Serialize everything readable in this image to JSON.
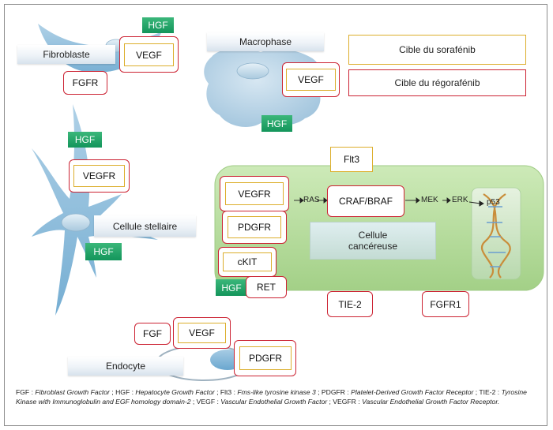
{
  "legend": {
    "sorafenib_target": "Cible du sorafénib",
    "regorafenib_target": "Cible du régorafénib"
  },
  "cells": {
    "fibroblast": "Fibroblaste",
    "macrophage": "Macrophase",
    "stellate": "Cellule stellaire",
    "cancer_line1": "Cellule",
    "cancer_line2": "cancéreuse",
    "endocyte": "Endocyte"
  },
  "factors": {
    "hgf": "HGF",
    "vegf": "VEGF",
    "fgfr": "FGFR",
    "vegfr": "VEGFR",
    "flt3": "Flt3",
    "pdgfr": "PDGFR",
    "ckit": "cKIT",
    "ret": "RET",
    "tie2": "TIE-2",
    "fgfr1": "FGFR1",
    "fgf": "FGF",
    "craf_braf": "CRAF/BRAF"
  },
  "pathway": {
    "ras": "RAS",
    "mek": "MEK",
    "erk": "ERK",
    "p53": "p53"
  },
  "footnote": {
    "fgf_abbr": "FGF",
    "fgf_full": "Fibroblast Growth Factor",
    "hgf_abbr": "HGF",
    "hgf_full": "Hepatocyte Growth Factor",
    "flt3_abbr": "Flt3",
    "flt3_full": "Fms-like tyrosine kinase 3",
    "pdgfr_abbr": "PDGFR",
    "pdgfr_full": "Platelet-Derived Growth Factor Receptor",
    "tie2_abbr": "TIE-2",
    "tie2_full": "Tyrosine Kinase with Immunoglobulin and EGF homology domain-2",
    "vegf_abbr": "VEGF",
    "vegf_full": "Vascular Endothelial Growth Factor",
    "vegfr_abbr": "VEGFR",
    "vegfr_full": "Vascular Endothelial Growth Factor Receptor."
  },
  "colors": {
    "regorafenib_border": "#cc2333",
    "sorafenib_border": "#dcae2c",
    "hgf_green": "#13955b",
    "cell_blue": "#7fb5d6",
    "cancer_green": "#b4dc9c"
  }
}
